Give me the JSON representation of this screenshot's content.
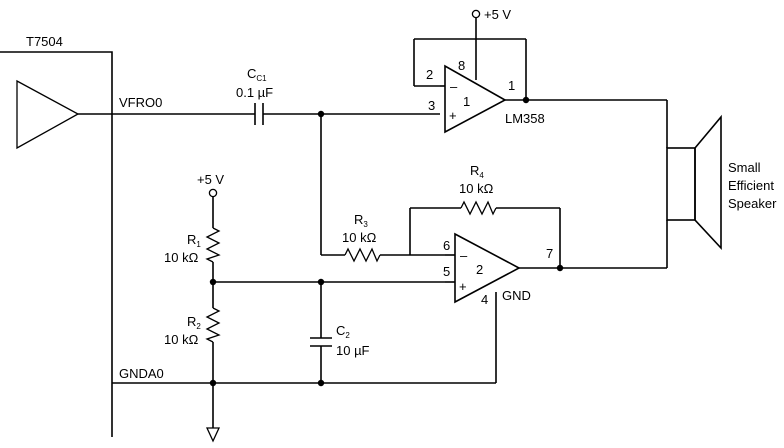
{
  "ic": {
    "name": "T7504",
    "pin_out": "VFRO0",
    "pin_gnd": "GNDA0"
  },
  "cap_c1": {
    "label": "C",
    "sub": "C1",
    "value": "0.1 µF"
  },
  "cap_c2": {
    "label": "C",
    "sub": "2",
    "value": "10 µF"
  },
  "res_r1": {
    "label": "R",
    "sub": "1",
    "value": "10 kΩ"
  },
  "res_r2": {
    "label": "R",
    "sub": "2",
    "value": "10 kΩ"
  },
  "res_r3": {
    "label": "R",
    "sub": "3",
    "value": "10 kΩ"
  },
  "res_r4": {
    "label": "R",
    "sub": "4",
    "value": "10 kΩ"
  },
  "opamp1": {
    "part": "LM358",
    "number": "1",
    "pin_out": "1",
    "pin_inv": "2",
    "pin_noninv": "3",
    "pin_vcc": "8"
  },
  "opamp2": {
    "number": "2",
    "pin_out": "7",
    "pin_inv": "6",
    "pin_noninv": "5",
    "pin_gnd": "4",
    "gnd_label": "GND"
  },
  "supply": {
    "top": "+5 V",
    "left": "+5 V"
  },
  "speaker": {
    "line1": "Small",
    "line2": "Efficient",
    "line3": "Speaker"
  },
  "signs": {
    "minus": "–",
    "plus": "+"
  }
}
